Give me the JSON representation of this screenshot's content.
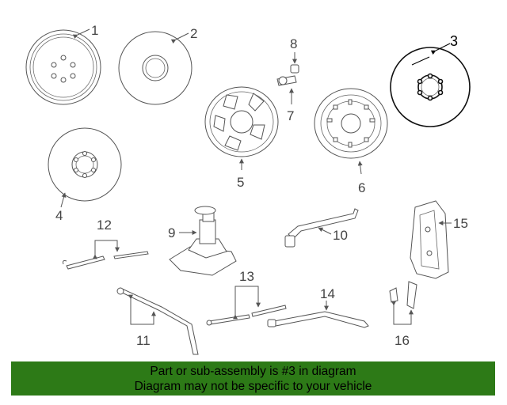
{
  "callouts": {
    "c1": "1",
    "c2": "2",
    "c3": "3",
    "c4": "4",
    "c5": "5",
    "c6": "6",
    "c7": "7",
    "c8": "8",
    "c9": "9",
    "c10": "10",
    "c11": "11",
    "c12": "12",
    "c13": "13",
    "c14": "14",
    "c15": "15",
    "c16": "16"
  },
  "highlighted_callout": "3",
  "banner": {
    "line1": "Part or sub-assembly is #3 in diagram",
    "line2": "Diagram may not be specific to your vehicle",
    "background": "#2d7a17"
  },
  "colors": {
    "line": "#555555",
    "highlight": "#000000"
  }
}
